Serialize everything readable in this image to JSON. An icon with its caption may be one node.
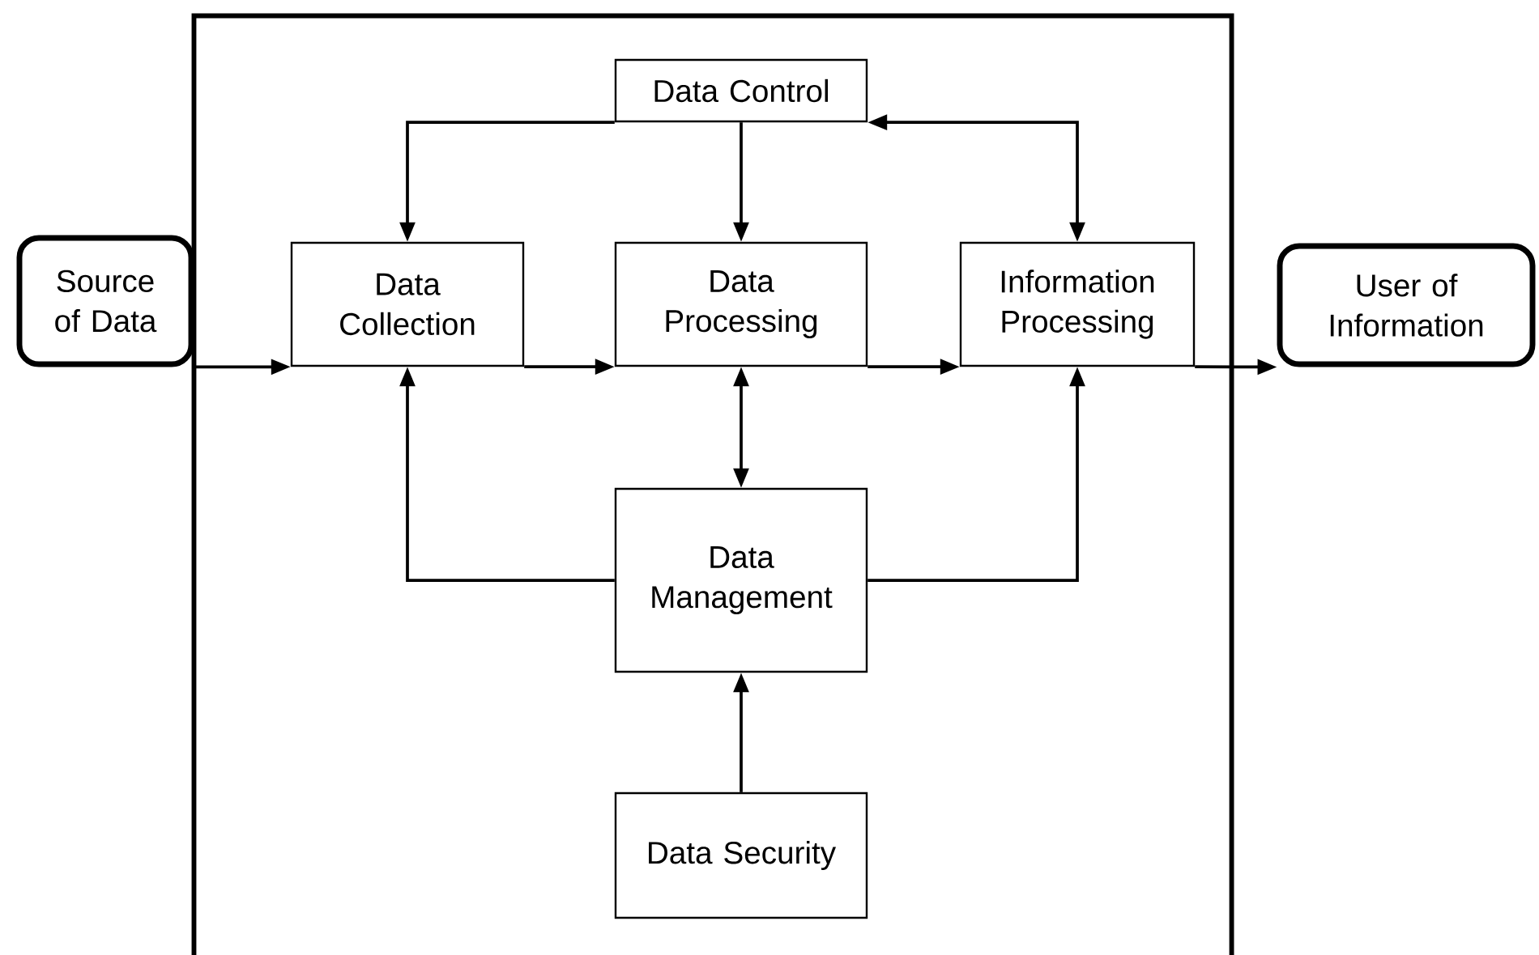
{
  "diagram": {
    "nodes": [
      {
        "text": [],
        "shape": "box"
      },
      {
        "text": [
          "Source of Data"
        ]
      },
      {
        "text": [
          "Data Control"
        ],
        "in": 0
      },
      {
        "text": [
          "Data Collection"
        ],
        "in": 0
      },
      {
        "text": [
          "Data Processing"
        ],
        "in": 0
      },
      {
        "text": [
          "Information Processing"
        ],
        "in": 0
      },
      {
        "text": [
          "User of Information"
        ]
      },
      {
        "text": [
          "Data Management"
        ],
        "in": 0
      },
      {
        "text": [
          "Data Security"
        ],
        "in": 0
      }
    ],
    "edges": [
      {
        "from": 1,
        "to": 3,
        "arrow": "to"
      },
      {
        "from": 3,
        "to": 4,
        "arrow": "to"
      },
      {
        "from": 4,
        "to": 5,
        "arrow": "to"
      },
      {
        "from": 5,
        "to": 6,
        "arrow": "to"
      },
      {
        "from": 2,
        "to": 3,
        "arrow": "to"
      },
      {
        "from": 2,
        "to": 4,
        "arrow": "to"
      },
      {
        "from": 2,
        "to": 5,
        "arrow": "both"
      },
      {
        "from": 4,
        "to": 7,
        "arrow": "both"
      },
      {
        "from": 7,
        "to": 3,
        "arrow": "to"
      },
      {
        "from": 7,
        "to": 5,
        "arrow": "to"
      },
      {
        "from": 8,
        "to": 7,
        "arrow": "to"
      }
    ]
  }
}
